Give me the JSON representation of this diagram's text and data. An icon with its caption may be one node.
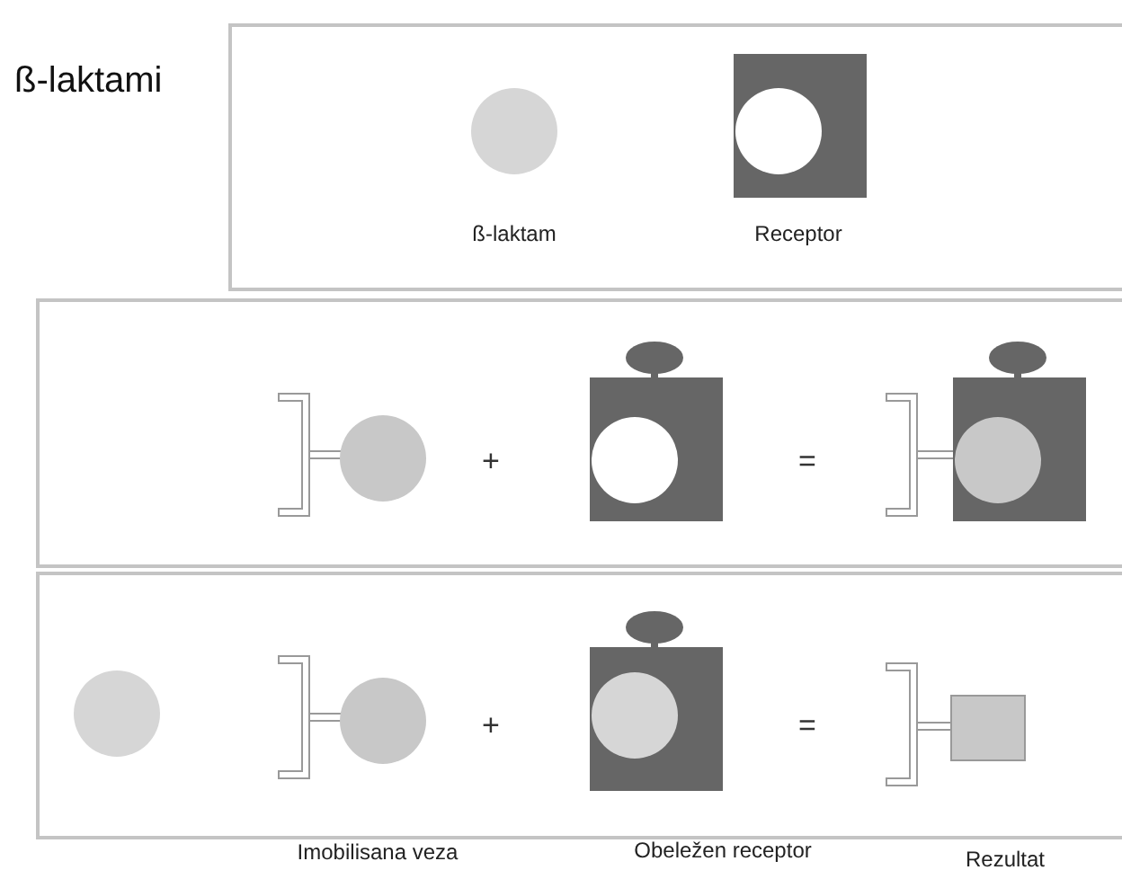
{
  "diagram": {
    "title": "ß-laktami",
    "nodes": [
      {
        "text": [
          "ß-laktam"
        ]
      },
      {
        "text": [
          "Receptor"
        ]
      },
      {
        "text": [],
        "shape": "picture"
      },
      {
        "text": [],
        "shape": "picture"
      },
      {
        "text": [],
        "shape": "picture"
      },
      {
        "text": [],
        "shape": "circle"
      },
      {
        "text": [
          "Imobilisana veza"
        ]
      },
      {
        "text": [
          "Obeležen receptor"
        ]
      },
      {
        "text": [
          "Rezultat"
        ]
      }
    ],
    "labels": [
      "+",
      "=",
      "+",
      "="
    ]
  }
}
